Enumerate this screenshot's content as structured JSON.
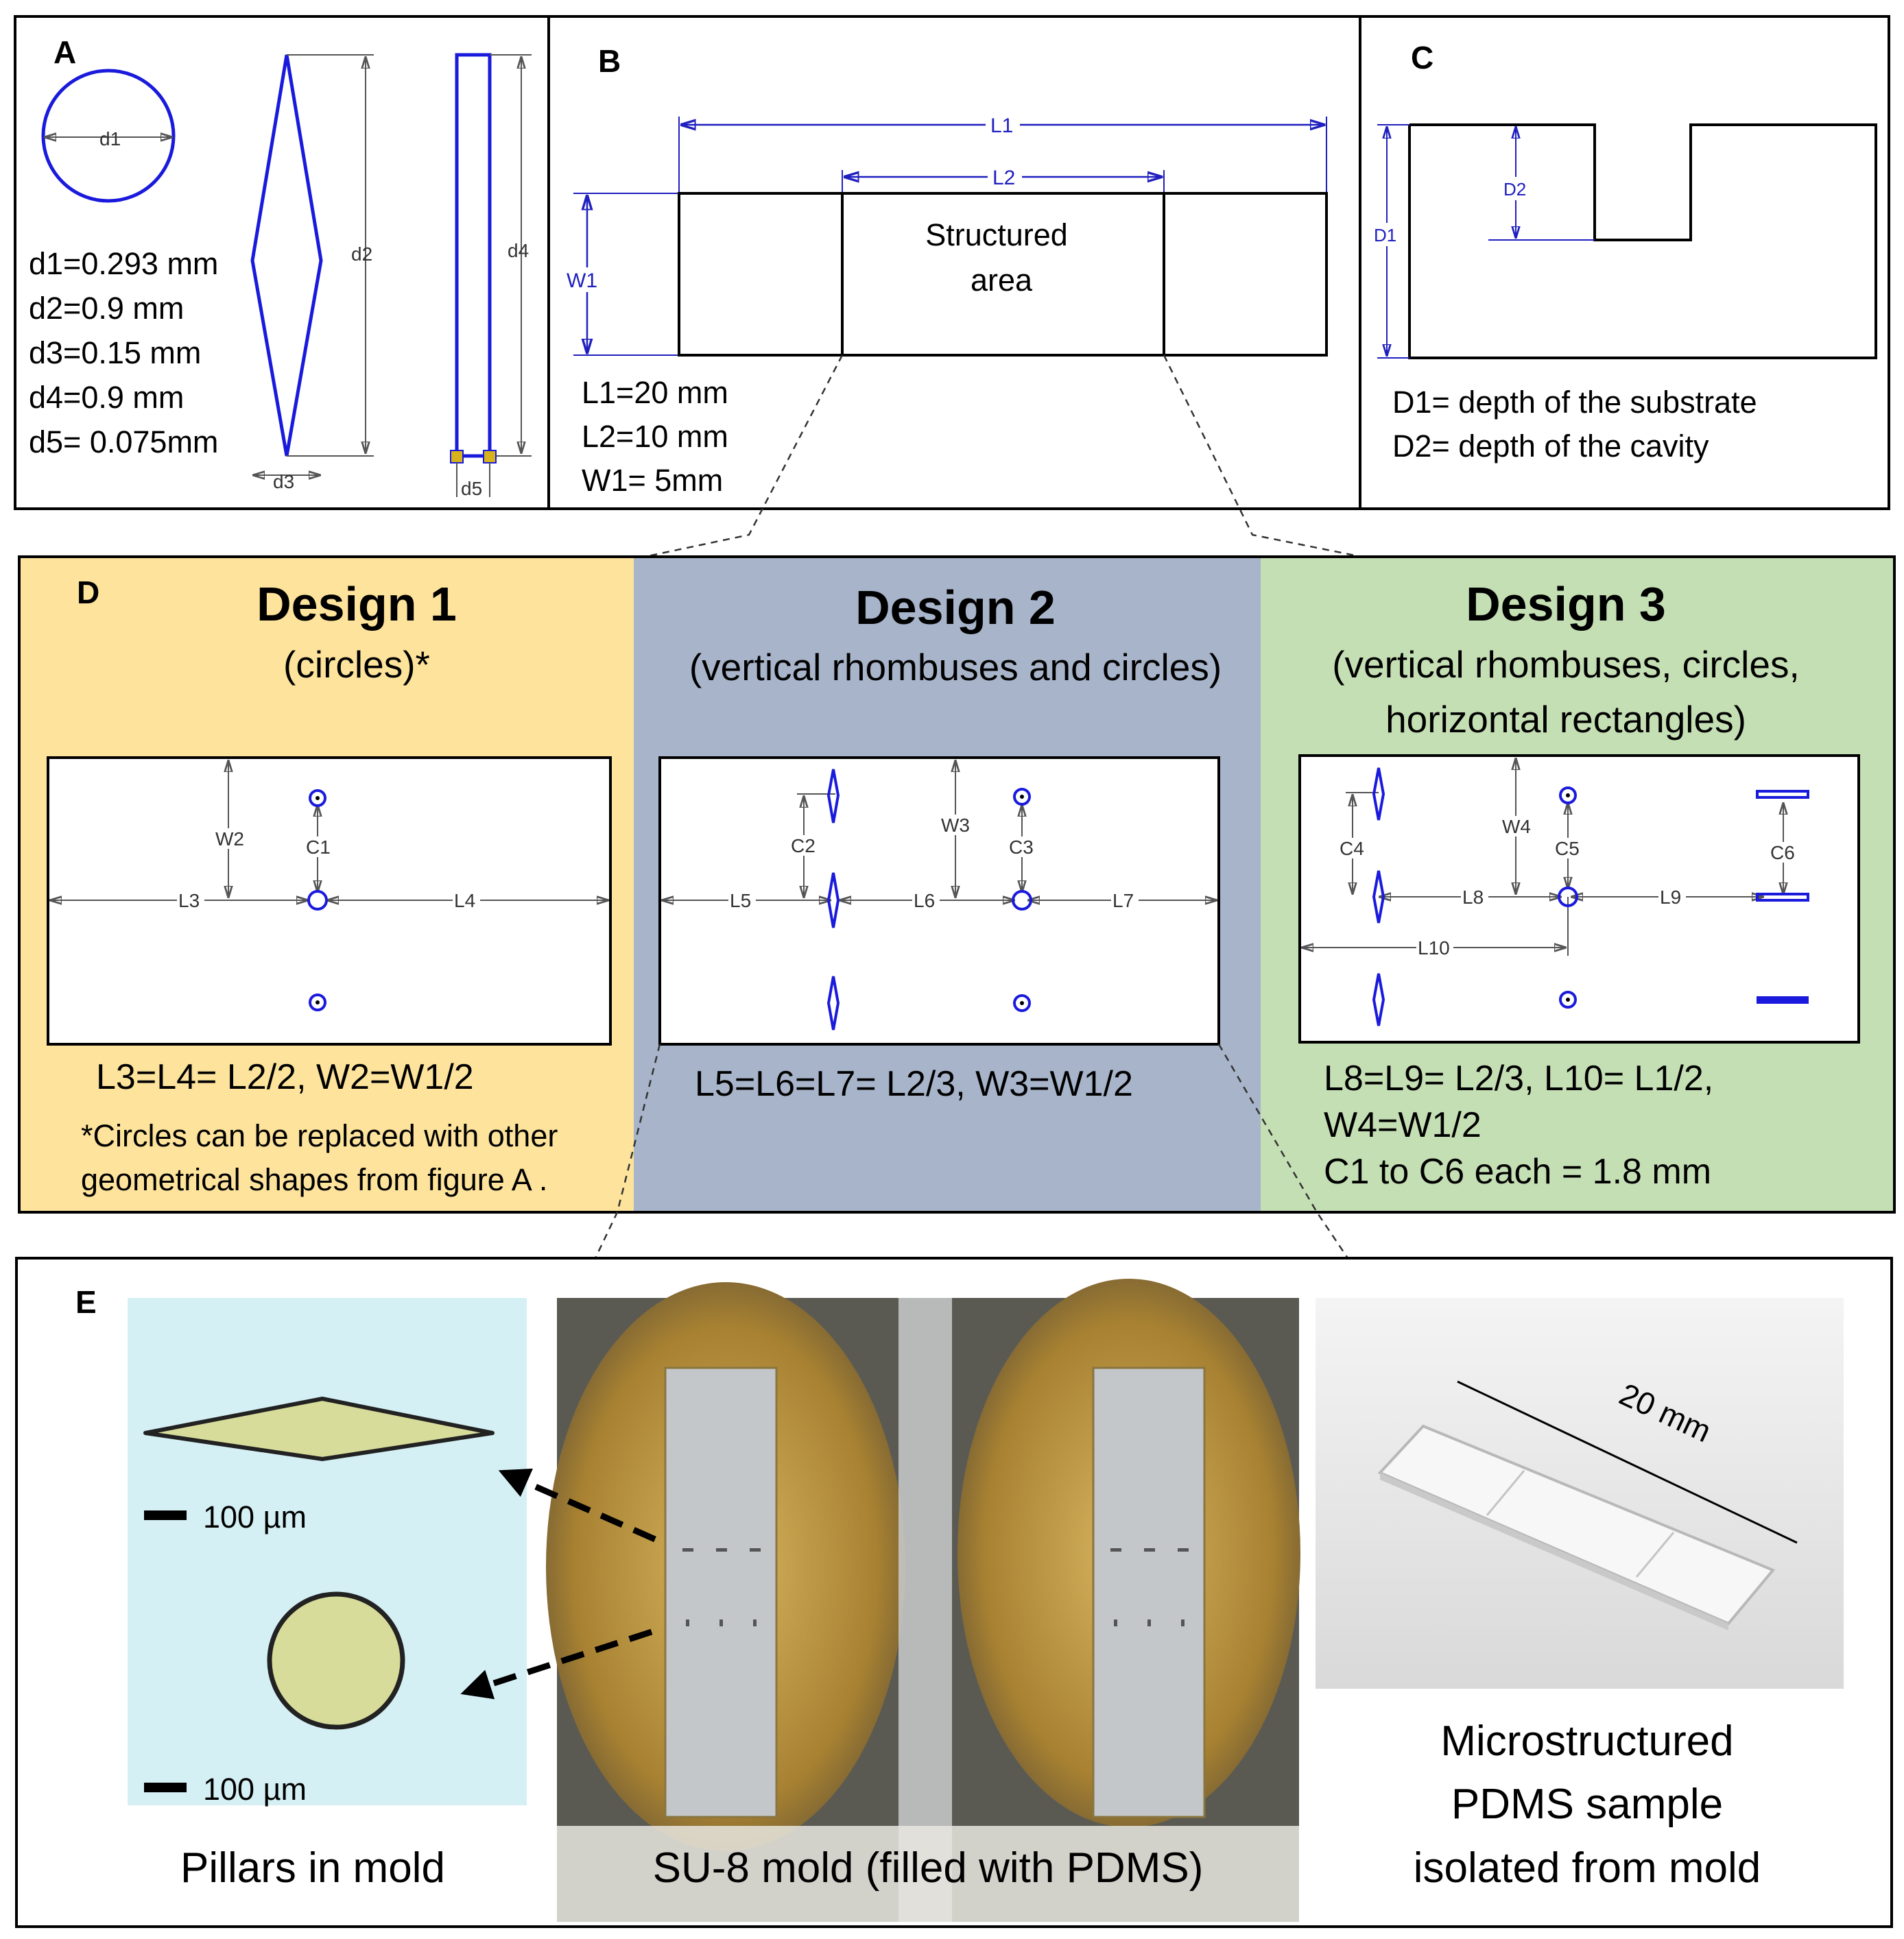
{
  "panel_a": {
    "letter": "A",
    "dim_labels": {
      "d1": "d1",
      "d2": "d2",
      "d3": "d3",
      "d4": "d4",
      "d5": "d5"
    },
    "values": [
      "d1=0.293 mm",
      "d2=0.9 mm",
      "d3=0.15 mm",
      "d4=0.9 mm",
      "d5= 0.075mm"
    ]
  },
  "panel_b": {
    "letter": "B",
    "dim_labels": {
      "l1": "L1",
      "l2": "L2",
      "w1": "W1"
    },
    "structured_area": [
      "Structured",
      "area"
    ],
    "values": [
      "L1=20 mm",
      "L2=10 mm",
      "W1= 5mm"
    ]
  },
  "panel_c": {
    "letter": "C",
    "dim_labels": {
      "d1": "D1",
      "d2": "D2"
    },
    "values": [
      "D1= depth of the substrate",
      "D2= depth of the cavity"
    ]
  },
  "panel_d": {
    "letter": "D",
    "designs": [
      {
        "title": "Design 1",
        "subtitle": [
          "(circles)*"
        ],
        "dim_labels": {
          "w": "W2",
          "c": "C1",
          "l_left": "L3",
          "l_right": "L4"
        },
        "formula": [
          "L3=L4= L2/2, W2=W1/2"
        ],
        "note": [
          "*Circles can be replaced with other",
          "geometrical shapes from figure A ."
        ]
      },
      {
        "title": "Design 2",
        "subtitle": [
          "(vertical rhombuses and circles)"
        ],
        "dim_labels": {
          "c_left": "C2",
          "w": "W3",
          "c_right": "C3",
          "l_a": "L5",
          "l_b": "L6",
          "l_c": "L7"
        },
        "formula": [
          "L5=L6=L7= L2/3, W3=W1/2"
        ]
      },
      {
        "title": "Design 3",
        "subtitle": [
          "(vertical rhombuses, circles,",
          "horizontal rectangles)"
        ],
        "dim_labels": {
          "c_a": "C4",
          "w": "W4",
          "c_b": "C5",
          "c_c": "C6",
          "l_a": "L8",
          "l_b": "L9",
          "l_c": "L10"
        },
        "formula": [
          "L8=L9= L2/3, L10= L1/2,",
          "W4=W1/2",
          "C1 to C6 each = 1.8 mm"
        ]
      }
    ]
  },
  "panel_e": {
    "letter": "E",
    "scale_bar": "100 µm",
    "caption_left": "Pillars in mold",
    "caption_middle": "SU-8 mold (filled with PDMS)",
    "caption_right": [
      "Microstructured",
      "PDMS sample",
      "isolated from mold"
    ],
    "length_label": "20 mm"
  },
  "colors": {
    "design1_bg": "#fde39b",
    "design2_bg": "#a7b4c9",
    "design3_bg": "#c5dfb4",
    "drawing_blue": "#1a1adc",
    "pillar_fill": "#d8dc9a",
    "photo_left_bg": "#d4f0f4",
    "mold_amber": "#9c7a2e",
    "pdms_photo_bg": "#e9e9e9"
  }
}
